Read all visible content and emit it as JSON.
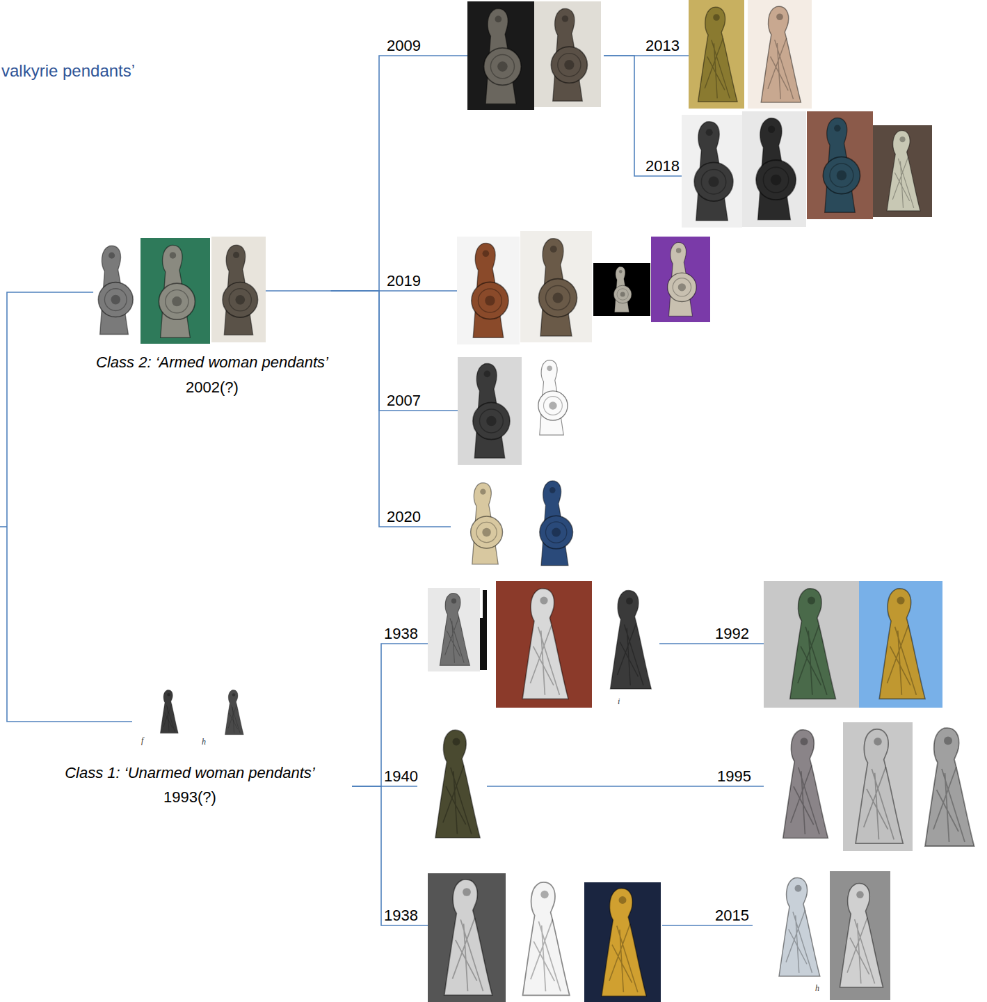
{
  "diagram": {
    "title": "valkyrie pendants’",
    "nodes": [
      {
        "text": [
          "Class 2: ‘Armed woman pendants’",
          "2002(?)"
        ]
      },
      {
        "text": [
          "2009"
        ]
      },
      {
        "text": [
          "2013"
        ]
      },
      {
        "text": [
          "2018"
        ]
      },
      {
        "text": [
          "2019"
        ]
      },
      {
        "text": [
          "2007"
        ]
      },
      {
        "text": [
          "2020"
        ]
      },
      {
        "text": [
          "Class 1: ‘Unarmed woman pendants’",
          "1993(?)"
        ]
      },
      {
        "text": [
          "1938"
        ]
      },
      {
        "text": [
          "1992"
        ]
      },
      {
        "text": [
          "1940"
        ]
      },
      {
        "text": [
          "1995"
        ]
      },
      {
        "text": [
          "1938"
        ]
      },
      {
        "text": [
          "2015"
        ]
      }
    ],
    "edges": [
      {
        "from": 0,
        "to": 7,
        "arrow": "none"
      },
      {
        "from": 0,
        "to": 1,
        "arrow": "none"
      },
      {
        "from": 0,
        "to": 4,
        "arrow": "none"
      },
      {
        "from": 0,
        "to": 5,
        "arrow": "none"
      },
      {
        "from": 0,
        "to": 6,
        "arrow": "none"
      },
      {
        "from": 1,
        "to": 2,
        "arrow": "none"
      },
      {
        "from": 1,
        "to": 3,
        "arrow": "none"
      },
      {
        "from": 7,
        "to": 8,
        "arrow": "none"
      },
      {
        "from": 7,
        "to": 10,
        "arrow": "none"
      },
      {
        "from": 7,
        "to": 12,
        "arrow": "none"
      },
      {
        "from": 8,
        "to": 9,
        "arrow": "none"
      },
      {
        "from": 10,
        "to": 11,
        "arrow": "none"
      },
      {
        "from": 12,
        "to": 13,
        "arrow": "none"
      }
    ],
    "labels": [
      "f",
      "h",
      "i",
      "h"
    ]
  }
}
